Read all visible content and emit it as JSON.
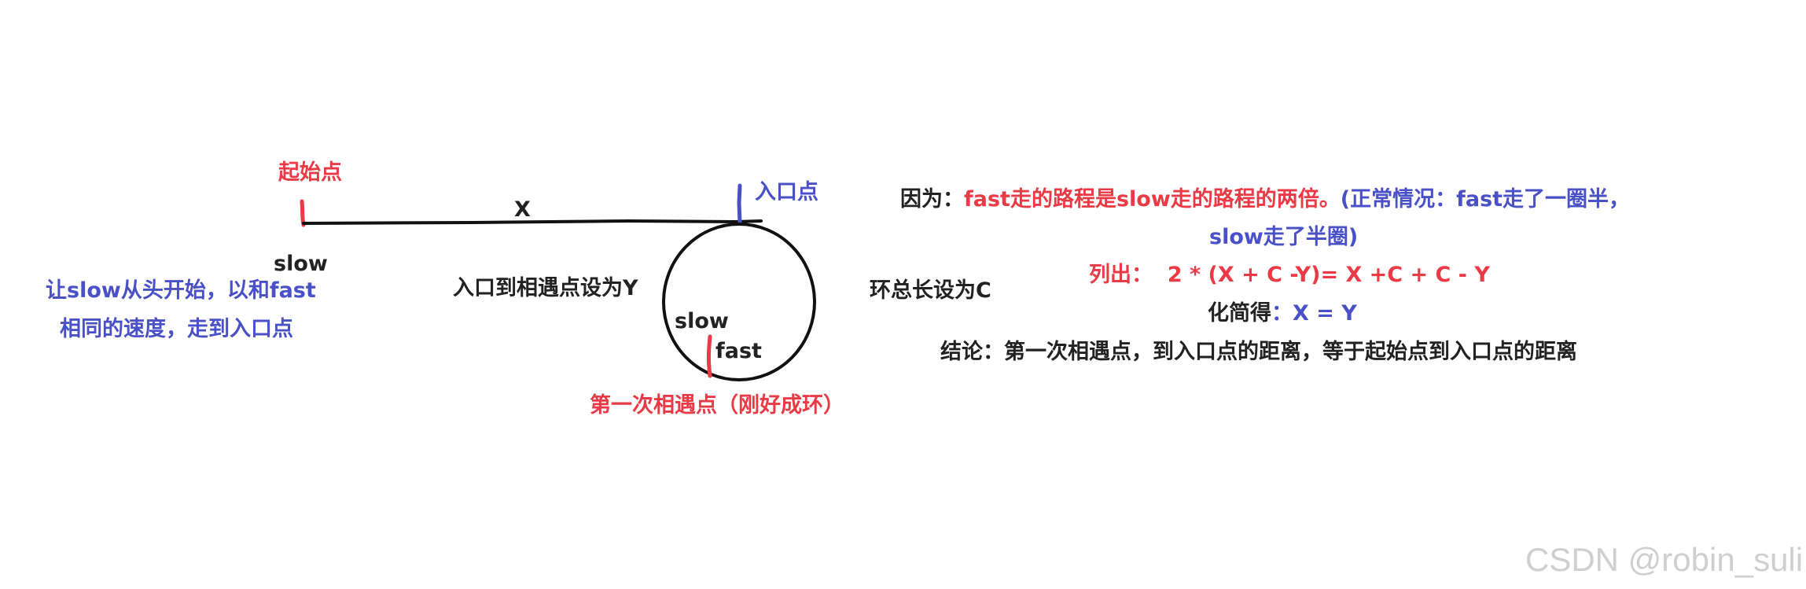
{
  "labels": {
    "start_point": "起始点",
    "x": "X",
    "entry_point": "入口点",
    "slow_left": "slow",
    "left_note_line1": "让slow从头开始，以和fast",
    "left_note_line2": "相同的速度，走到入口点",
    "entry_to_meet": "入口到相遇点设为Y",
    "loop_length": "环总长设为C",
    "slow_loop": "slow",
    "fast_loop": "fast",
    "first_meet": "第一次相遇点（刚好成环）"
  },
  "explanation": {
    "line1_prefix": "因为：",
    "line1_main": "fast走的路程是slow走的路程的两倍。",
    "line1_note": "(正常情况：fast走了一圈半，",
    "line2": "slow走了半圈)",
    "line3_label": "列出：",
    "line3_formula": "2 * (X + C -Y)= X +C + C - Y",
    "line4_label": "化简得",
    "line4_colon": "：",
    "line4_result": "X = Y",
    "line5": "结论：第一次相遇点，到入口点的距离，等于起始点到入口点的距离"
  },
  "watermark": "CSDN @robin_suli",
  "colors": {
    "red": "#ea3a45",
    "blue": "#4a51c6",
    "black": "#222222",
    "watermark": "#cfcfcf"
  }
}
